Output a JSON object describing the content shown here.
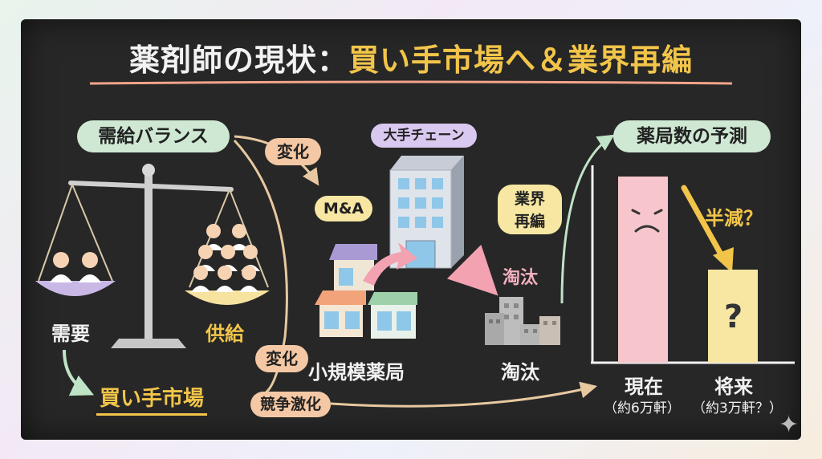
{
  "title": {
    "prefix": "薬剤師の現状：",
    "accent": "買い手市場へ＆業界再編"
  },
  "balance": {
    "label": "需給バランス",
    "demand": "需要",
    "supply": "供給",
    "result": "買い手市場"
  },
  "changes": {
    "upper": "変化",
    "lower": "変化",
    "competition": "競争激化"
  },
  "market": {
    "chain": "大手チェーン",
    "ma": "M&A",
    "reorg_line1": "業界",
    "reorg_line2": "再編",
    "small": "小規模薬局",
    "weeded": "淘汰",
    "weeded_caption": "淘汰"
  },
  "chart_data": {
    "type": "bar",
    "title": "薬局数の予測",
    "categories": [
      "現在",
      "将来"
    ],
    "category_notes": [
      "（約6万軒）",
      "（約3万軒？）"
    ],
    "values": [
      60000,
      30000
    ],
    "annotation": "半減？",
    "xlabel": "",
    "ylabel": ""
  },
  "colors": {
    "board": "#272727",
    "chalk": "#f2f2f2",
    "accent_yellow": "#f2c54a",
    "pill_green": "#cfe8d3",
    "pill_orange": "#f4c8a4",
    "pill_purple": "#d9c8ef",
    "pill_yellow": "#f7e7a2",
    "bar_now": "#f7c6cc",
    "bar_future": "#f7e7a2",
    "arrow_pink": "#f2a2b0"
  },
  "icons": [
    "balance-scale-icon",
    "pharmacist-icon",
    "building-icon",
    "house-icon",
    "sad-face-icon",
    "sparkle-icon"
  ]
}
